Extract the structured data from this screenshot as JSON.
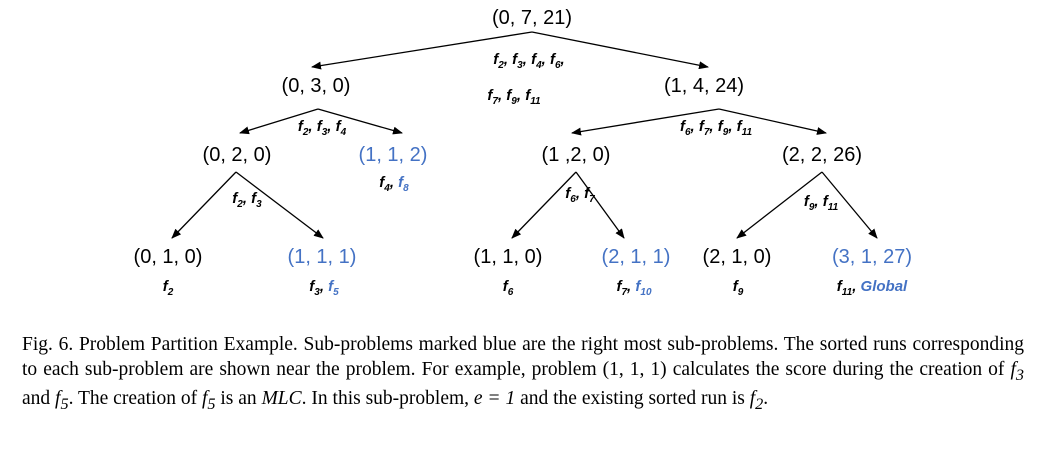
{
  "nodes": {
    "root": "(0, 7, 21)",
    "l1_left": "(0, 3, 0)",
    "l1_right": "(1, 4, 24)",
    "l2_a": "(0, 2, 0)",
    "l2_b": "(1, 1, 2)",
    "l2_c": "(1 ,2, 0)",
    "l2_d": "(2, 2, 26)",
    "l3_a": "(0, 1, 0)",
    "l3_b": "(1, 1, 1)",
    "l3_c": "(1, 1, 0)",
    "l3_d": "(2, 1, 1)",
    "l3_e": "(2, 1, 0)",
    "l3_f": "(3, 1, 27)"
  },
  "runs": {
    "root_line1": [
      "2",
      "3",
      "4",
      "6"
    ],
    "root_line2": [
      "7",
      "9",
      "11"
    ],
    "l1_left": [
      "2",
      "3",
      "4"
    ],
    "l1_right": [
      "6",
      "7",
      "9",
      "11"
    ],
    "l2_a": [
      "2",
      "3"
    ],
    "l2_b": [
      "4",
      "8"
    ],
    "l2_c": [
      "6",
      "7"
    ],
    "l2_d": [
      "9",
      "11"
    ],
    "l3_a": [
      "2"
    ],
    "l3_b": [
      "3",
      "5"
    ],
    "l3_c": [
      "6"
    ],
    "l3_d": [
      "7",
      "10"
    ],
    "l3_e": [
      "9"
    ],
    "l3_f": [
      "11"
    ],
    "global_label": "Global"
  },
  "caption": {
    "fig_label": "Fig. 6.",
    "title": "Problem Partition Example.",
    "text1": "Sub-problems marked blue are the right most sub-problems. The sorted runs corresponding to each sub-problem are shown near the problem. For example, problem (1, 1, 1) calculates the score during the creation of",
    "f3": "f",
    "f3_sub": "3",
    "and": "and",
    "f5": "f",
    "f5_sub": "5",
    "text2": ". The creation of",
    "f5b": "f",
    "f5b_sub": "5",
    "text3": "is an",
    "mlc": "MLC",
    "text4": ". In this sub-problem,",
    "e_eq": "e = 1",
    "text5": "and the existing sorted run is",
    "f2": "f",
    "f2_sub": "2",
    "end": "."
  },
  "colors": {
    "blue": "#4472c4",
    "black": "#000000"
  }
}
